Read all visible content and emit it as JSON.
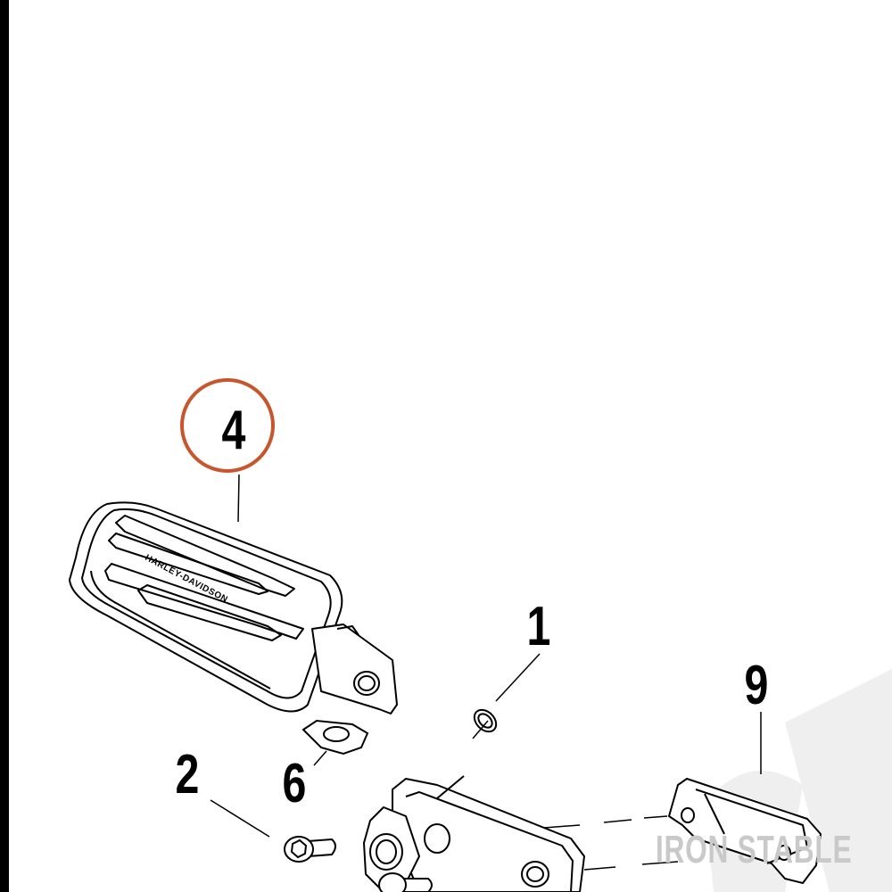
{
  "callouts": {
    "c4": "4",
    "c1": "1",
    "c9": "9",
    "c2": "2",
    "c6": "6"
  },
  "footpeg_brand": "HARLEY-DAVIDSON",
  "watermark": "IRON STABLE",
  "colors": {
    "highlight_circle": "#c8552b",
    "line_art": "#000000",
    "watermark": "#c9c9c9"
  }
}
